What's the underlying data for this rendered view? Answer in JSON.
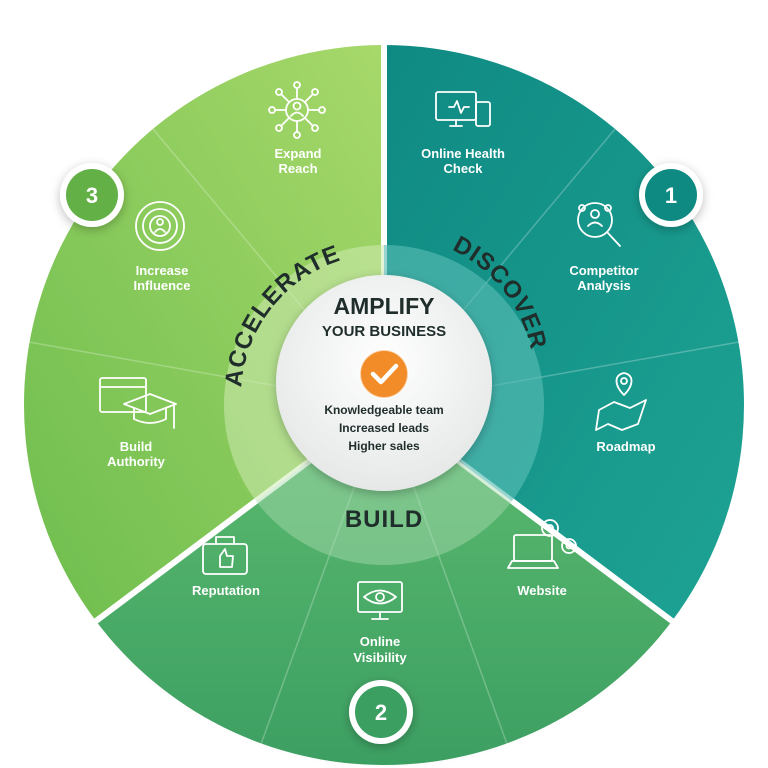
{
  "center": {
    "title": "AMPLIFY",
    "subtitle": "YOUR BUSINESS",
    "benefits": [
      "Knowledgeable team",
      "Increased leads",
      "Higher sales"
    ],
    "icon": "checkmark-icon"
  },
  "phases": {
    "discover": {
      "label": "DISCOVER",
      "number": "1"
    },
    "build": {
      "label": "BUILD",
      "number": "2"
    },
    "accelerate": {
      "label": "ACCELERATE",
      "number": "3"
    }
  },
  "segments": {
    "online_health_check": {
      "lines": [
        "Online Health",
        "Check"
      ],
      "icon": "monitor-phone-heart-icon"
    },
    "competitor_analysis": {
      "lines": [
        "Competitor",
        "Analysis"
      ],
      "icon": "people-magnifier-icon"
    },
    "roadmap": {
      "lines": [
        "Roadmap"
      ],
      "icon": "map-pin-icon"
    },
    "website": {
      "lines": [
        "Website"
      ],
      "icon": "laptop-gears-icon"
    },
    "online_visibility": {
      "lines": [
        "Online",
        "Visibility"
      ],
      "icon": "monitor-eye-icon"
    },
    "reputation": {
      "lines": [
        "Reputation"
      ],
      "icon": "briefcase-thumbs-up-icon"
    },
    "build_authority": {
      "lines": [
        "Build",
        "Authority"
      ],
      "icon": "browser-graduation-cap-icon"
    },
    "increase_influence": {
      "lines": [
        "Increase",
        "Influence"
      ],
      "icon": "target-person-icon"
    },
    "expand_reach": {
      "lines": [
        "Expand",
        "Reach"
      ],
      "icon": "network-person-icon"
    }
  },
  "colors": {
    "discover": "#13938a",
    "build": "#4aae6e",
    "accelerate": "#8ccb5a",
    "badge_text": "#ffffff",
    "check": "#f28c28",
    "center_text": "#1f2d2b"
  }
}
